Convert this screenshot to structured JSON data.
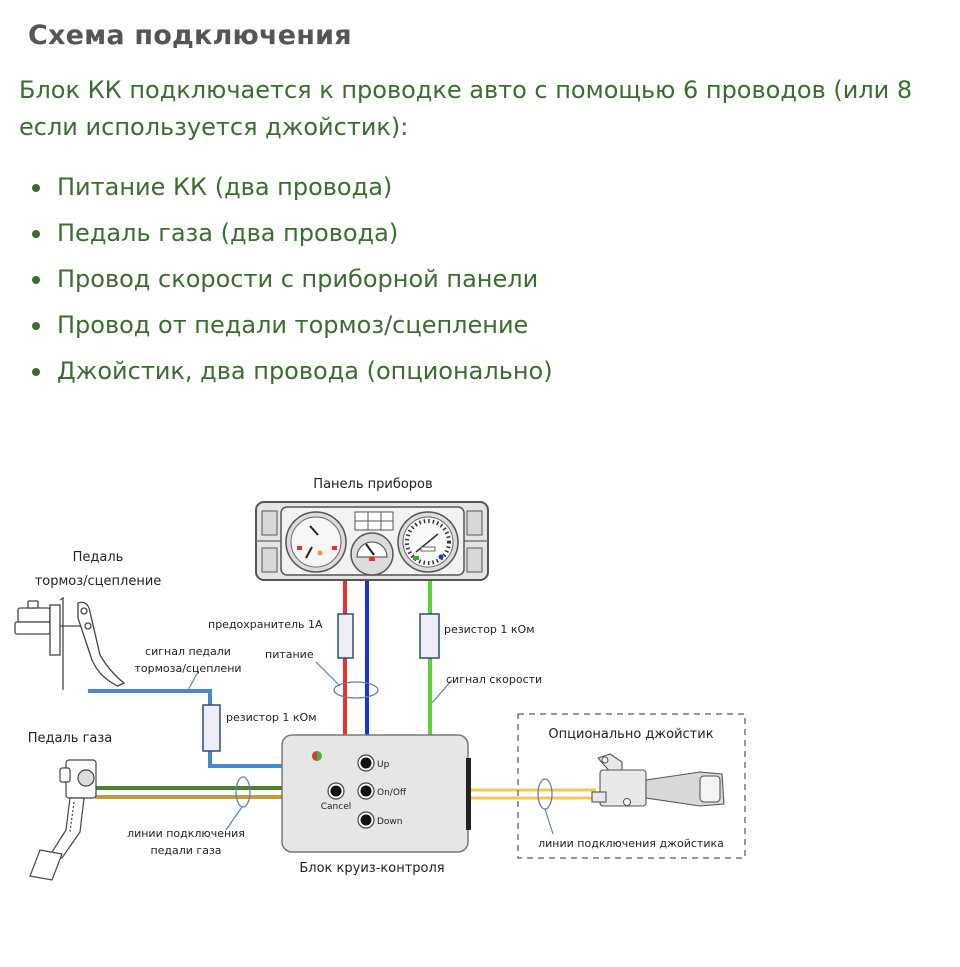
{
  "header": {
    "title": "Схема подключения"
  },
  "intro": "Блок КК подключается к проводке авто с помощью 6 проводов (или 8 если используется джойстик):",
  "bullets": [
    "Питание КК (два провода)",
    "Педаль газа (два провода)",
    "Провод скорости с приборной панели",
    "Провод от педали тормоз/сцепление",
    "Джойстик, два провода (опционально)"
  ],
  "diagram": {
    "instrument_panel_label": "Панель приборов",
    "brake_pedal_label_line1": "Педаль",
    "brake_pedal_label_line2": "тормоз/сцепление",
    "brake_signal_label_line1": "сигнал педали",
    "brake_signal_label_line2": "тормоза/сцеплени",
    "fuse_label": "предохранитель 1А",
    "power_label": "питание",
    "resistor_speed_label": "резистор 1 кОм",
    "speed_signal_label": "сигнал скорости",
    "resistor_brake_label": "резистор 1 кОм",
    "gas_pedal_label": "Педаль газа",
    "gas_lines_label_line1": "линии подключения",
    "gas_lines_label_line2": "педали газа",
    "cruise_unit_label": "Блок круиз-контроля",
    "buttons": {
      "up": "Up",
      "on_off": "On/Off",
      "down": "Down",
      "cancel": "Cancel"
    },
    "joystick_optional_label": "Опционально джойстик",
    "joystick_lines_label": "линии подключения джойстика",
    "wire_colors": {
      "power_positive": "#e8322c",
      "power_negative": "#1a2fe0",
      "speed": "#5fcf3a",
      "brake": "#4a86d0",
      "gas_1": "#4f7f2a",
      "gas_2": "#c49a3a",
      "joystick": "#f3c65a"
    }
  }
}
